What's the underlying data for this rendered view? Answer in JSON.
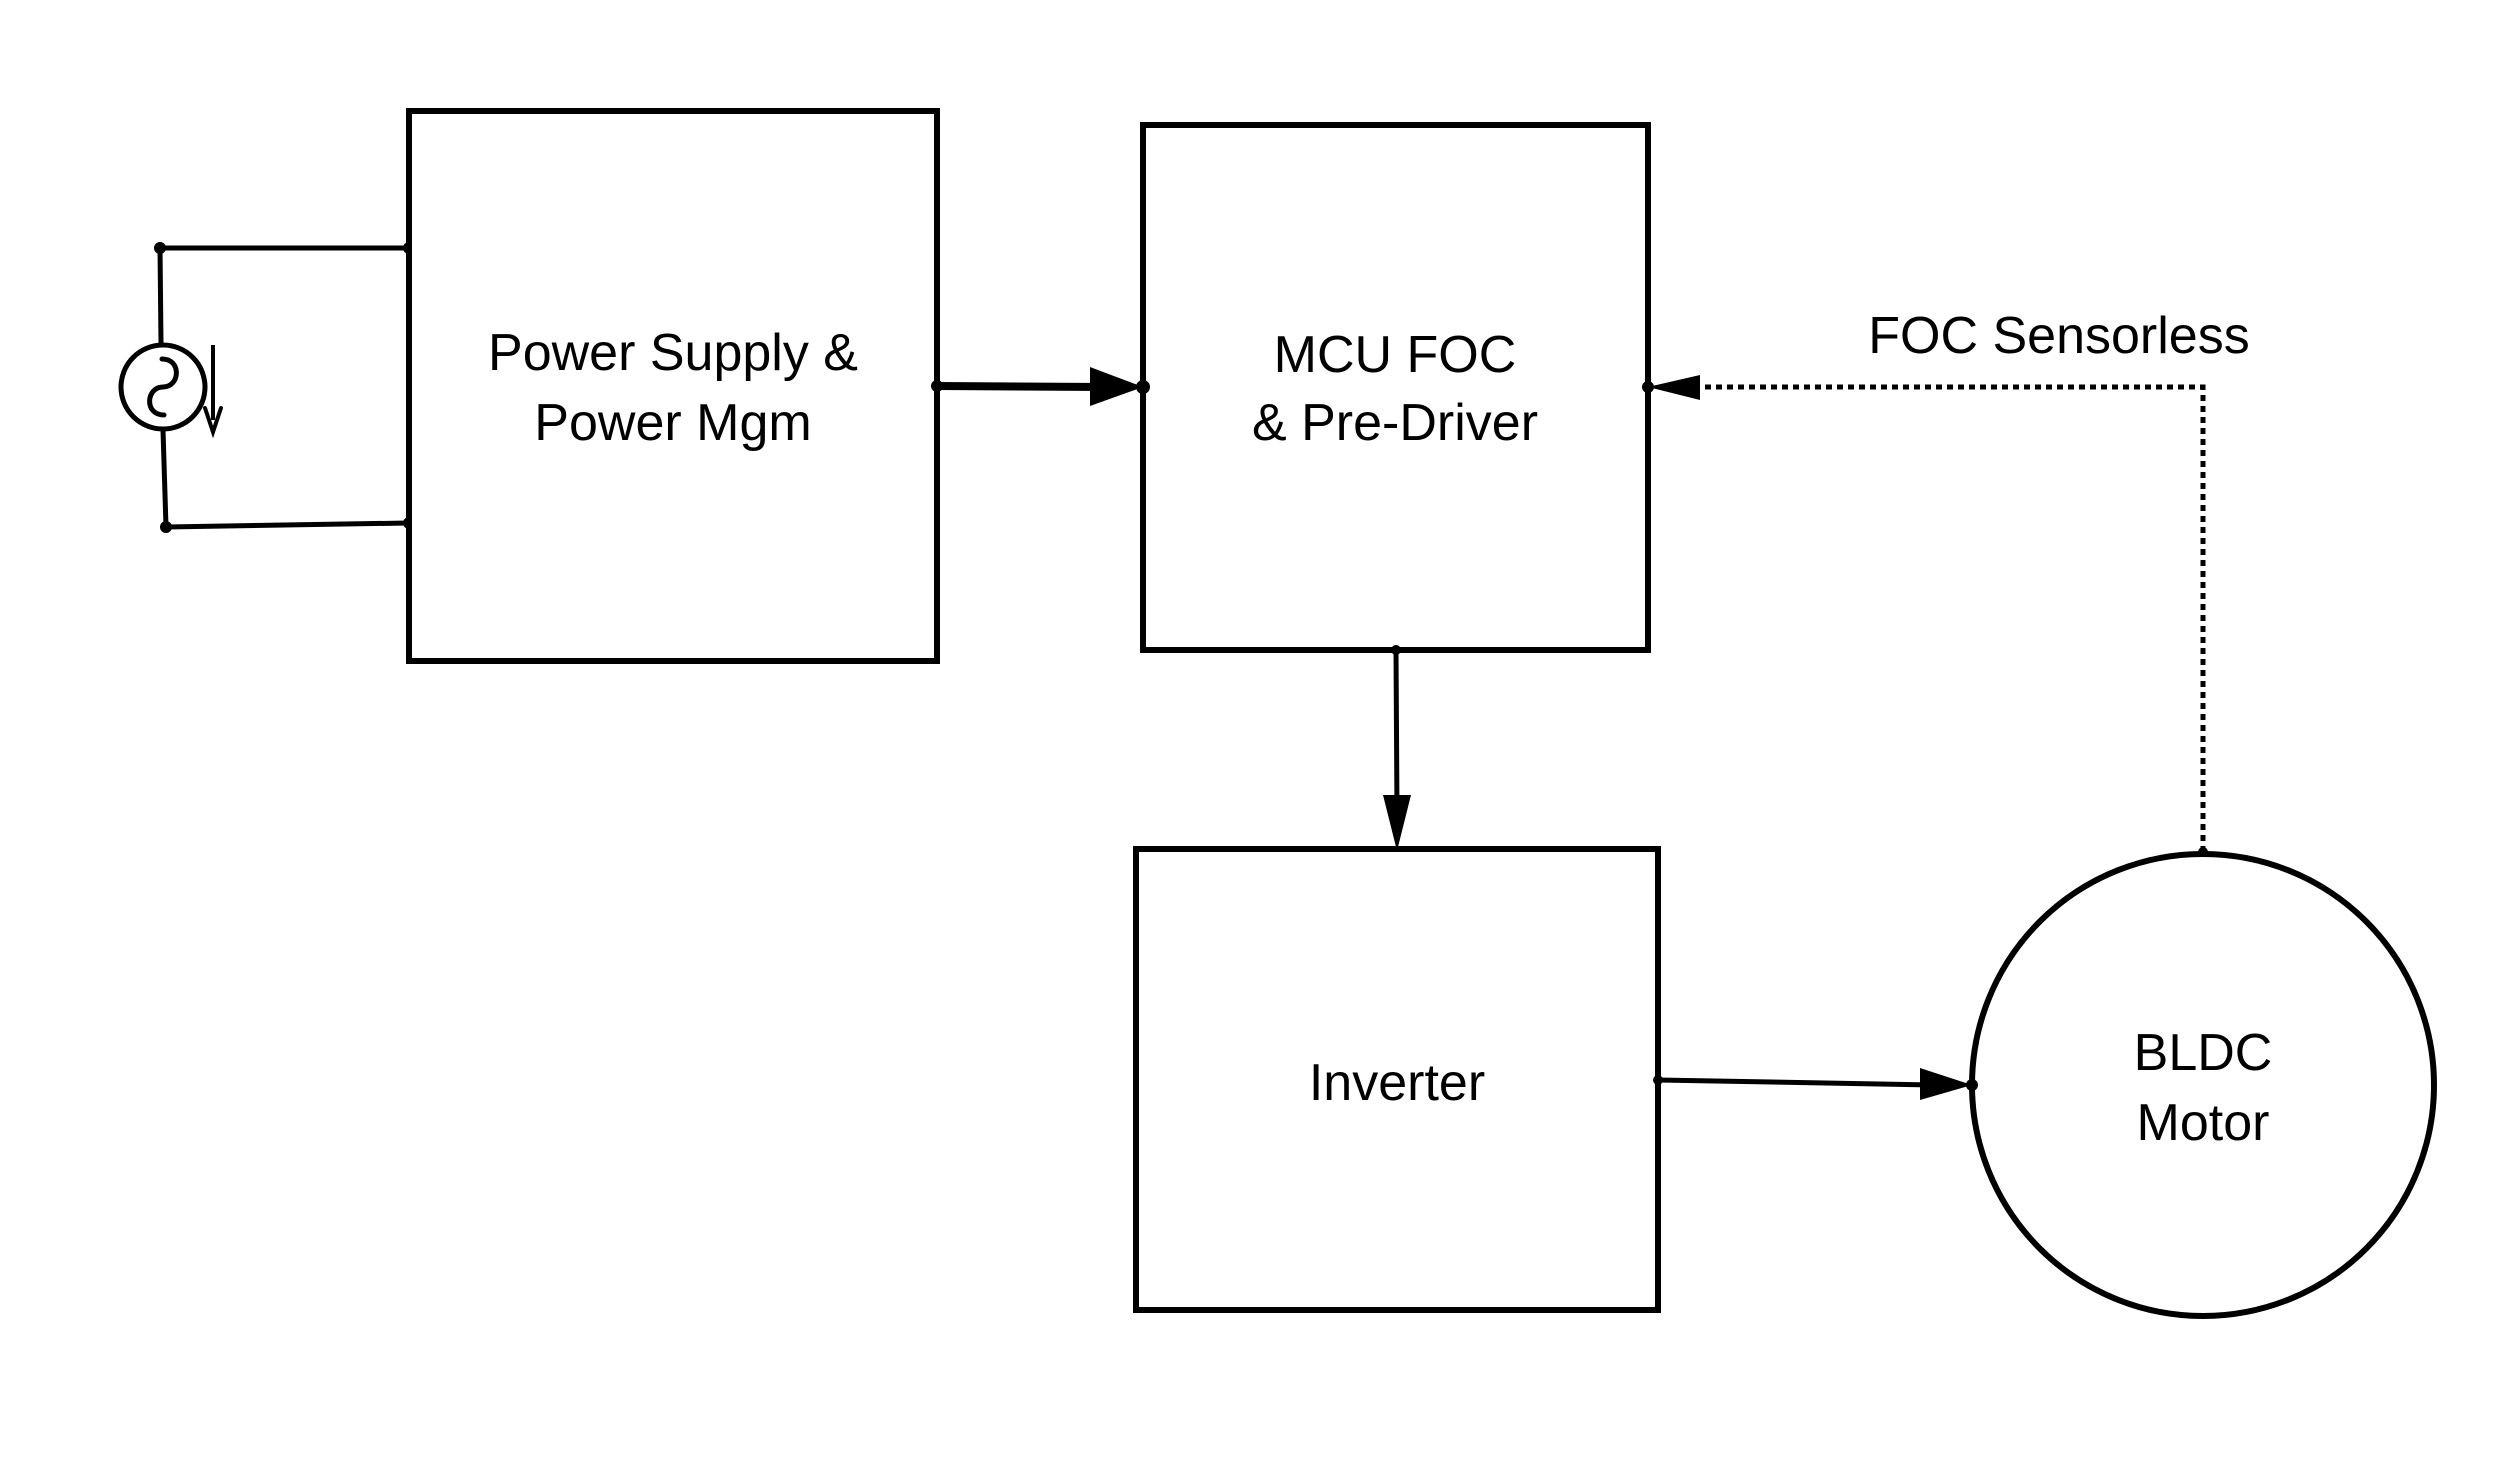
{
  "diagram": {
    "type": "block-diagram",
    "blocks": [
      {
        "id": "power",
        "lines": [
          "Power Supply &",
          "Power Mgm"
        ]
      },
      {
        "id": "mcu",
        "lines": [
          "MCU FOC",
          "& Pre-Driver"
        ]
      },
      {
        "id": "inverter",
        "lines": [
          "Inverter"
        ]
      },
      {
        "id": "motor",
        "lines": [
          "BLDC",
          "Motor"
        ]
      }
    ],
    "source": {
      "symbol": "ac-current-source-icon"
    },
    "connections": [
      {
        "from": "source",
        "to": "power",
        "style": "solid"
      },
      {
        "from": "power",
        "to": "mcu",
        "style": "solid-arrow"
      },
      {
        "from": "mcu",
        "to": "inverter",
        "style": "solid-arrow"
      },
      {
        "from": "inverter",
        "to": "motor",
        "style": "solid-arrow"
      },
      {
        "from": "motor",
        "to": "mcu",
        "style": "dotted-arrow",
        "label": "FOC Sensorless"
      }
    ],
    "feedback_label": "FOC Sensorless"
  }
}
